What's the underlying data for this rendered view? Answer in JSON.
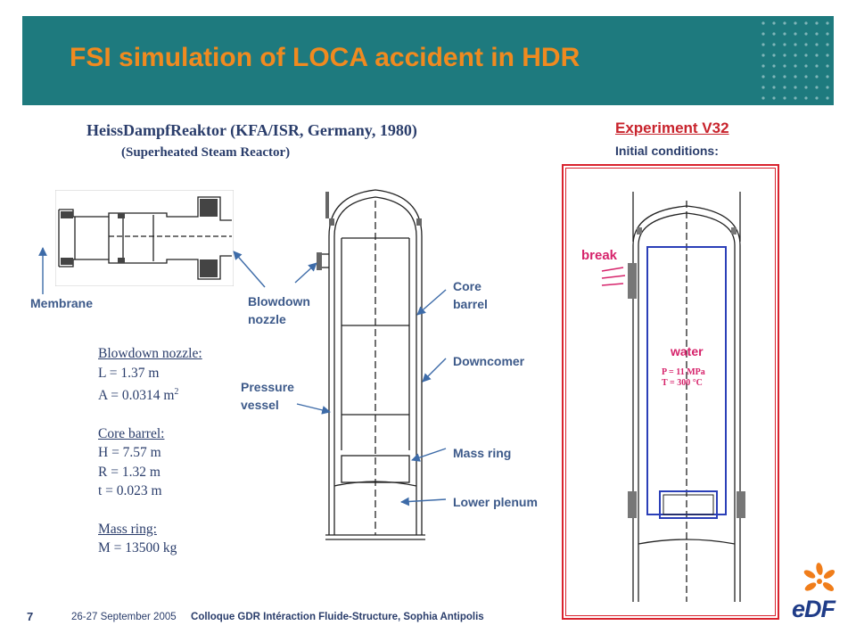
{
  "title": "FSI simulation of LOCA accident in HDR",
  "subtitle_main": "HeissDampfReaktor (KFA/ISR, Germany, 1980)",
  "subtitle_sub": "(Superheated Steam Reactor)",
  "experiment": {
    "title": "Experiment V32",
    "initial": "Initial conditions:",
    "break_label": "break",
    "water_label": "water",
    "pressure": "P = 11 MPa",
    "temperature": "T = 300 °C"
  },
  "labels": {
    "membrane": "Membrane",
    "blowdown_nozzle_1": "Blowdown",
    "blowdown_nozzle_2": "nozzle",
    "pressure_vessel_1": "Pressure",
    "pressure_vessel_2": "vessel",
    "core_barrel_1": "Core",
    "core_barrel_2": "barrel",
    "downcomer": "Downcomer",
    "mass_ring": "Mass ring",
    "lower_plenum": "Lower plenum"
  },
  "parameters": {
    "blowdown_heading": "Blowdown nozzle:",
    "blowdown_L": "L = 1.37 m",
    "blowdown_A": "A = 0.0314 m",
    "blowdown_A_exp": "2",
    "core_heading": "Core barrel:",
    "core_H": "H = 7.57 m",
    "core_R": "R = 1.32 m",
    "core_t": "t = 0.023 m",
    "mass_heading": "Mass ring:",
    "mass_M": "M = 13500 kg"
  },
  "footer": {
    "page": "7",
    "date": "26-27 September 2005",
    "event": "Colloque GDR Intéraction Fluide-Structure, Sophia Antipolis"
  },
  "logo_text": "eDF",
  "colors": {
    "header": "#1e7a7e",
    "title": "#f08a1f",
    "label": "#3d5a8a",
    "red": "#d9232e",
    "pink": "#d6236b",
    "edf_orange": "#f07d1a",
    "edf_blue": "#1f3c88"
  }
}
